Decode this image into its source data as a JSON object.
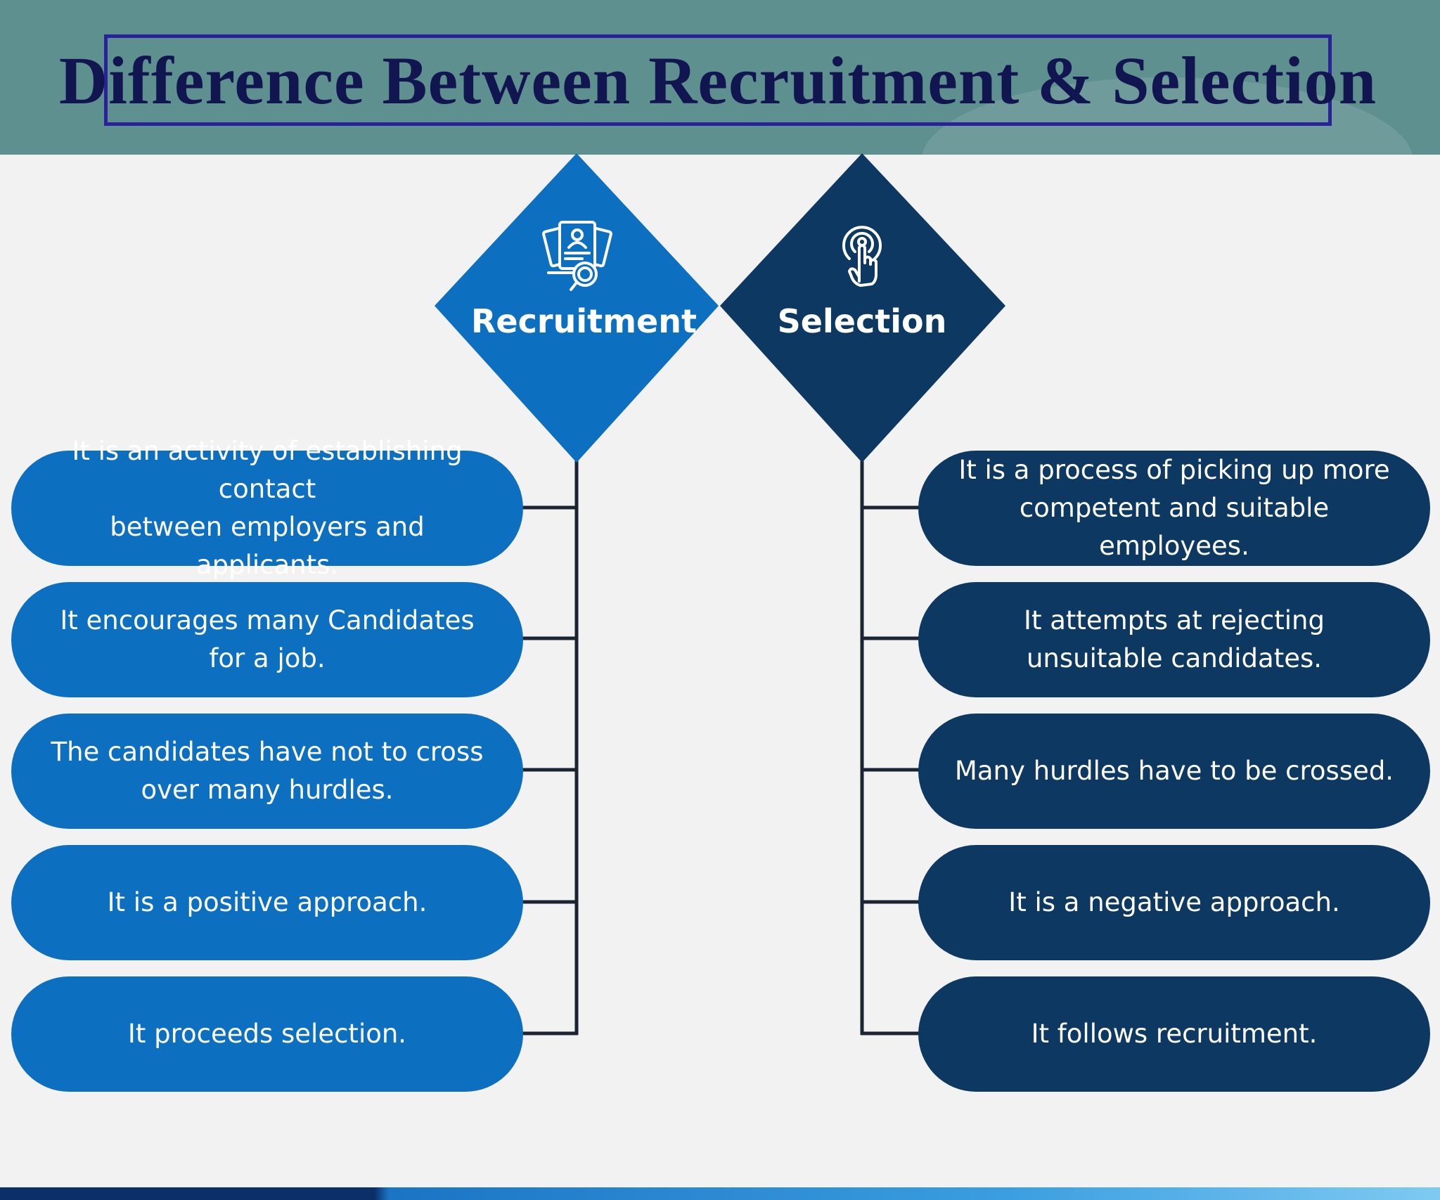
{
  "title": "Difference Between Recruitment & Selection",
  "colors": {
    "header_bg": "#5f9090",
    "title_border": "#29229a",
    "title_text": "#121650",
    "recruitment_blue": "#0d6fc0",
    "selection_navy": "#0c3862",
    "page_bg": "#f2f2f3"
  },
  "recruitment": {
    "label": "Recruitment",
    "icon": "resume-search-icon",
    "points": [
      "It is an activity of establishing contact\nbetween employers and applicants.",
      "It encourages many Candidates for a job.",
      "The candidates have not to cross\nover many hurdles.",
      "It is a positive approach.",
      "It proceeds selection."
    ]
  },
  "selection": {
    "label": "Selection",
    "icon": "touch-target-icon",
    "points": [
      "It is a process of picking up more\ncompetent and suitable employees.",
      "It attempts at rejecting\nunsuitable candidates.",
      "Many hurdles have to be crossed.",
      "It is a negative approach.",
      "It follows recruitment."
    ]
  }
}
